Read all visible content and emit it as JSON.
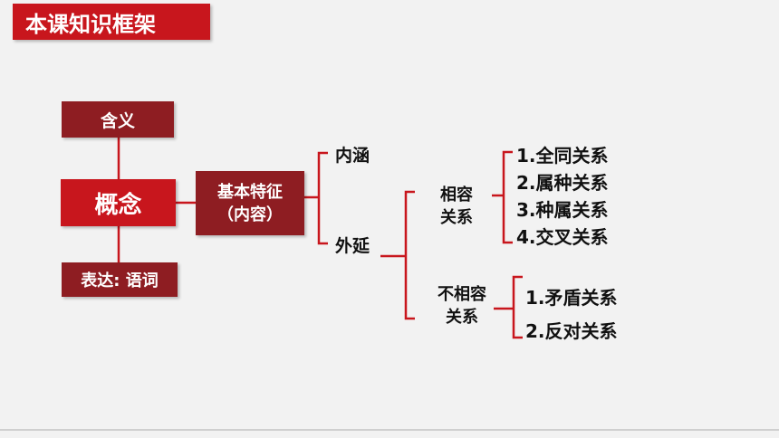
{
  "header": {
    "title": "本课知识框架"
  },
  "nodes": {
    "meaning": "含义",
    "concept": "概念",
    "expression": "表达: 语词",
    "features_line1": "基本特征",
    "features_line2": "（内容）",
    "intension": "内涵",
    "extension": "外延",
    "compatible_line1": "相容",
    "compatible_line2": "关系",
    "incompatible_line1": "不相容",
    "incompatible_line2": "关系"
  },
  "compatible_items": [
    "1.全同关系",
    "2.属种关系",
    "3.种属关系",
    "4.交叉关系"
  ],
  "incompatible_items": [
    "1.矛盾关系",
    "2.反对关系"
  ],
  "colors": {
    "accent": "#c8161d",
    "dark_box": "#8e1d22",
    "line": "#c8161d"
  }
}
